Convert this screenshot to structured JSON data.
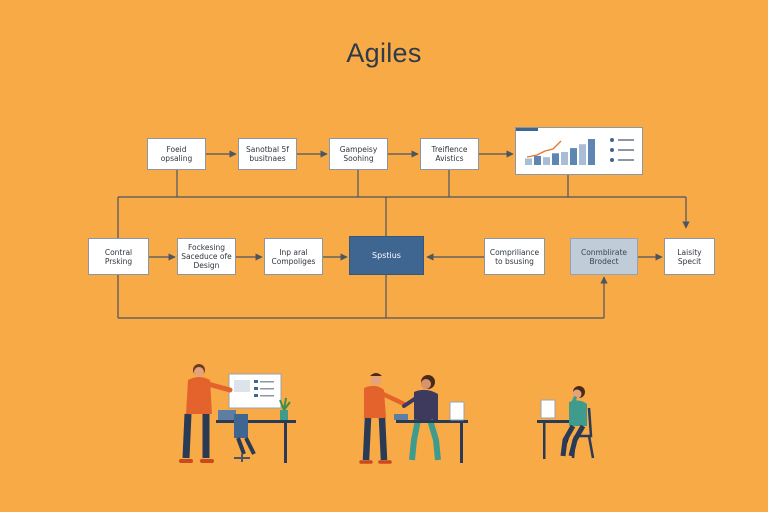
{
  "title": "Agiles",
  "nodes": {
    "n1": "Foeid\nopsaling",
    "n2": "Sanotbal 5f\nbusitnaes",
    "n3": "Gampeisy\nSoohing",
    "n4": "Treiflence\nAvistics",
    "n5": "Contral\nPrsking",
    "n6": "Fockesing\nSaceduce ofe\nDesign",
    "n7": "Inp aral\nCompoliges",
    "n8": "Spstius",
    "n9": "Compriliance\nto bsusing",
    "n10": "Conmblirate\nBrodect",
    "n11": "Laisity\nSpecit"
  },
  "colors": {
    "background": "#F7AA45",
    "node_dark": "#3F6691",
    "node_grey": "#C0CCD8",
    "line": "#4B5563"
  },
  "dashboard": {
    "bar_values": [
      0.25,
      0.35,
      0.3,
      0.45,
      0.5,
      0.65,
      0.8,
      1.0
    ]
  }
}
